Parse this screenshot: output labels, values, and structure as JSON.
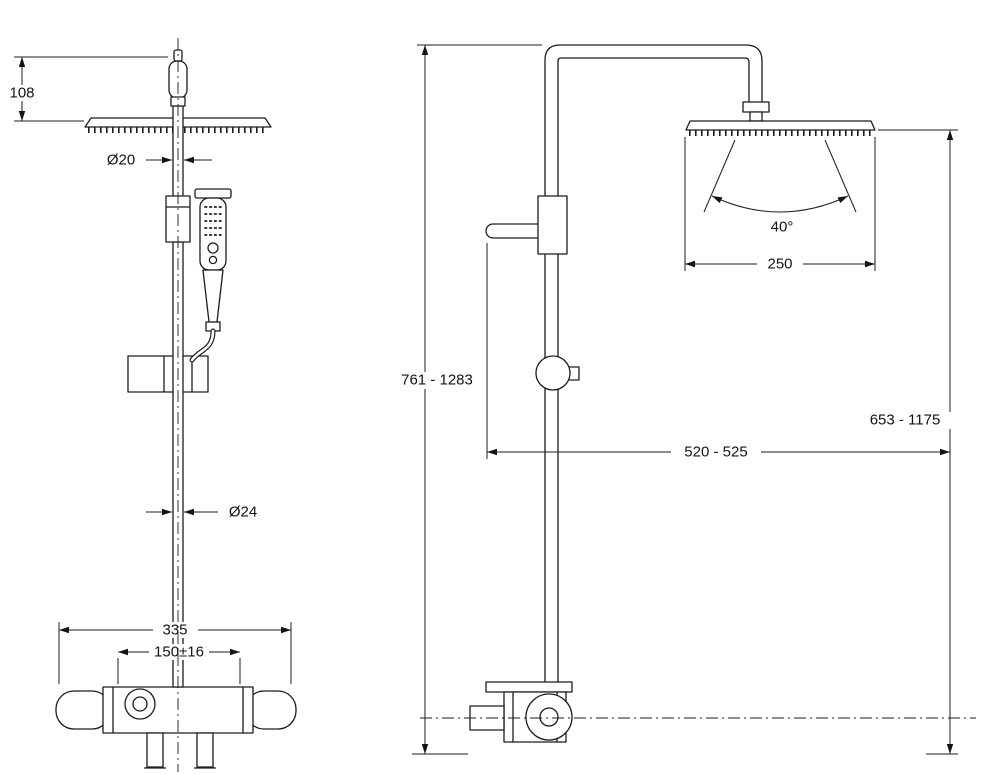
{
  "drawing": {
    "front": {
      "head_height_mm": "108",
      "upper_pipe_diameter": "Ø20",
      "lower_pipe_diameter": "Ø24",
      "mixer_width_mm": "335",
      "inlet_centers_mm": "150±16"
    },
    "side": {
      "overall_height_mm": "761 - 1283",
      "spray_angle": "40°",
      "head_width_mm": "250",
      "head_to_outlet_height_mm": "653 - 1175",
      "reach_mm": "520 - 525"
    },
    "colors": {
      "line": "#1c1c1c",
      "background": "#ffffff"
    }
  }
}
